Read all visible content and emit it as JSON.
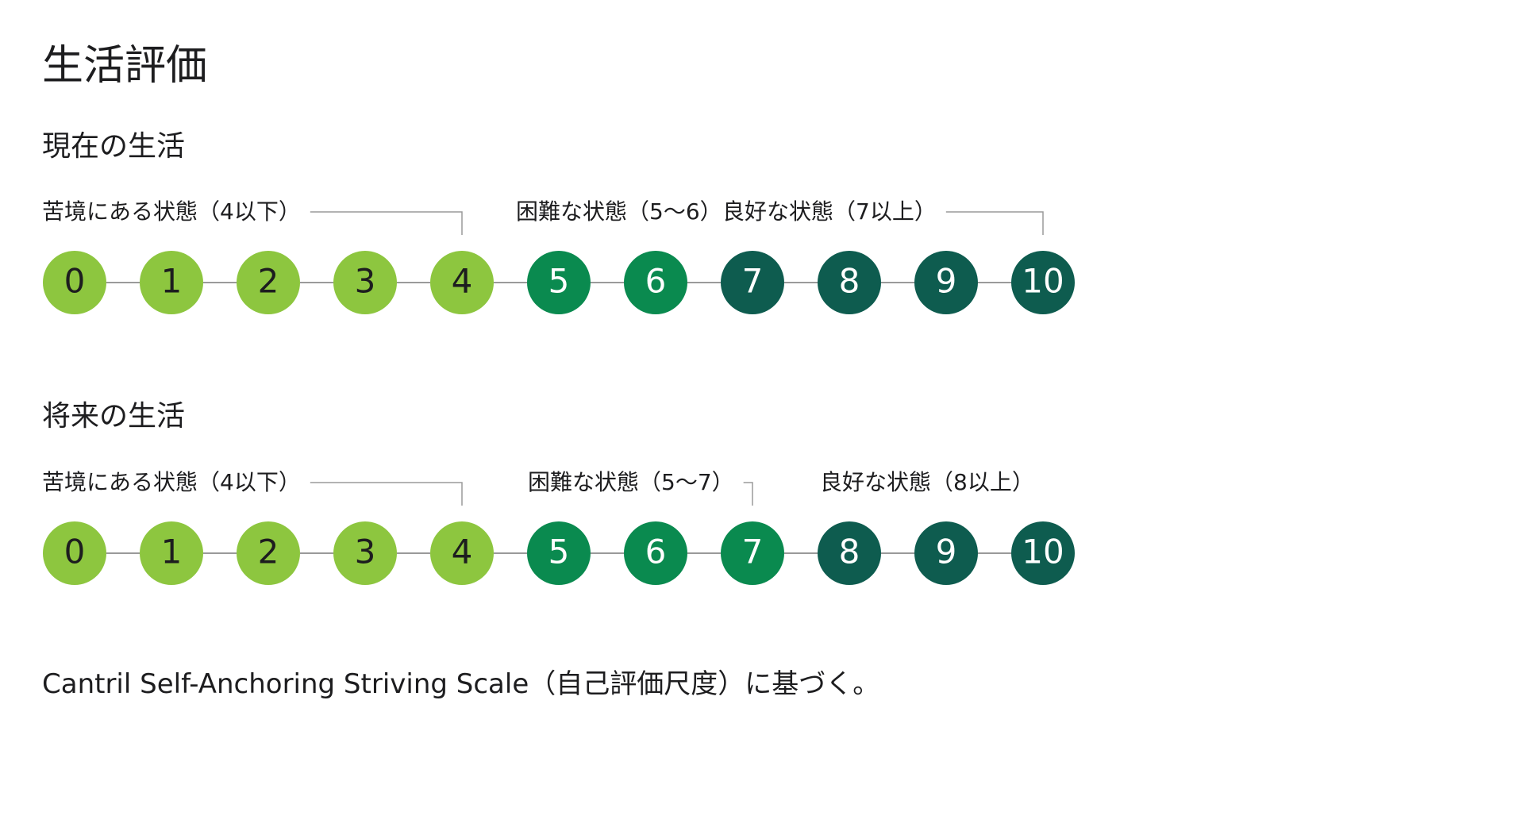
{
  "title": "生活評価",
  "sections": [
    {
      "id": "current",
      "title": "現在の生活",
      "groups": [
        {
          "label": "苦境にある状態（4以下）",
          "from": 0,
          "to": 4,
          "color": "#8dc63f",
          "text_color": "#1d1d1f"
        },
        {
          "label": "困難な状態（5〜6）",
          "from": 5,
          "to": 6,
          "color": "#0a8a4f",
          "text_color": "#ffffff"
        },
        {
          "label": "良好な状態（7以上）",
          "from": 7,
          "to": 10,
          "color": "#0e5c4f",
          "text_color": "#ffffff"
        }
      ]
    },
    {
      "id": "future",
      "title": "将来の生活",
      "groups": [
        {
          "label": "苦境にある状態（4以下）",
          "from": 0,
          "to": 4,
          "color": "#8dc63f",
          "text_color": "#1d1d1f"
        },
        {
          "label": "困難な状態（5〜7）",
          "from": 5,
          "to": 7,
          "color": "#0a8a4f",
          "text_color": "#ffffff"
        },
        {
          "label": "良好な状態（8以上）",
          "from": 8,
          "to": 10,
          "color": "#0e5c4f",
          "text_color": "#ffffff"
        }
      ]
    }
  ],
  "scale_values": [
    0,
    1,
    2,
    3,
    4,
    5,
    6,
    7,
    8,
    9,
    10
  ],
  "connector_color": "#9a9a9a",
  "footnote": "Cantril Self-Anchoring Striving Scale（自己評価尺度）に基づく。"
}
